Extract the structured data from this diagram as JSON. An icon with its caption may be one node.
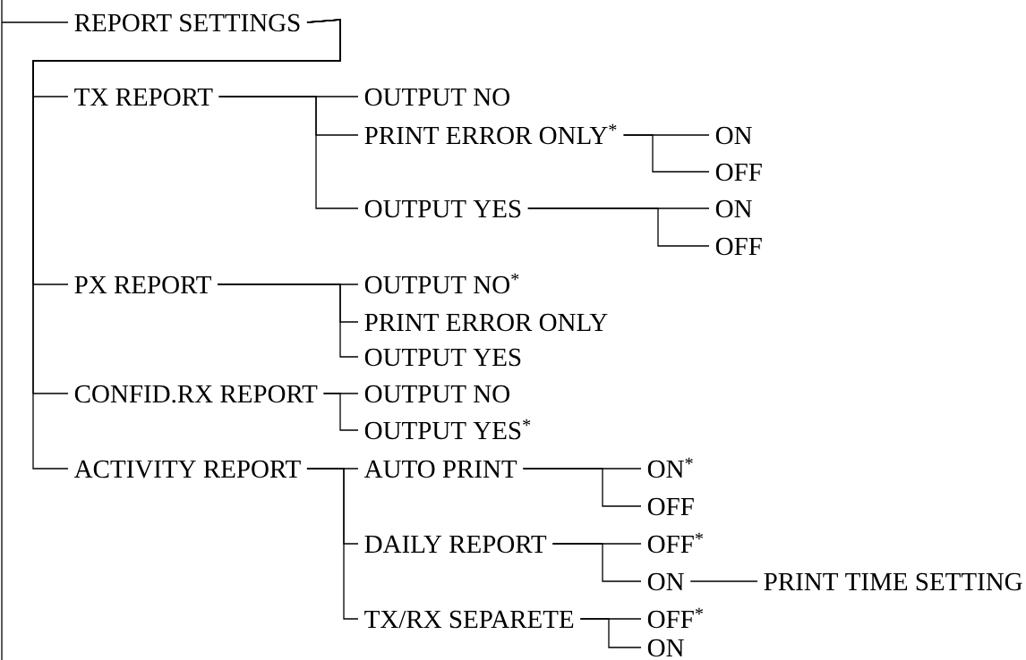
{
  "diagram": {
    "nodes": [
      {
        "text": [
          "REPORT SETTINGS"
        ]
      },
      {
        "text": [
          "TX REPORT"
        ]
      },
      {
        "text": [
          "OUTPUT NO"
        ]
      },
      {
        "text": [
          "PRINT ERROR ONLY$^{*}$"
        ]
      },
      {
        "text": [
          "ON"
        ]
      },
      {
        "text": [
          "OFF"
        ]
      },
      {
        "text": [
          "OUTPUT YES"
        ]
      },
      {
        "text": [
          "ON"
        ]
      },
      {
        "text": [
          "OFF"
        ]
      },
      {
        "text": [
          "PX REPORT"
        ]
      },
      {
        "text": [
          "OUTPUT NO$^{*}$"
        ]
      },
      {
        "text": [
          "PRINT ERROR ONLY"
        ]
      },
      {
        "text": [
          "OUTPUT YES"
        ]
      },
      {
        "text": [
          "CONFID.RX REPORT"
        ]
      },
      {
        "text": [
          "OUTPUT NO"
        ]
      },
      {
        "text": [
          "OUTPUT YES$^{*}$"
        ]
      },
      {
        "text": [
          "ACTIVITY REPORT"
        ]
      },
      {
        "text": [
          "AUTO PRINT"
        ]
      },
      {
        "text": [
          "ON$^{*}$"
        ]
      },
      {
        "text": [
          "OFF"
        ]
      },
      {
        "text": [
          "DAILY REPORT"
        ]
      },
      {
        "text": [
          "OFF$^{*}$"
        ]
      },
      {
        "text": [
          "ON"
        ]
      },
      {
        "text": [
          "PRINT TIME SETTING"
        ]
      },
      {
        "text": [
          "TX/RX SEPARETE"
        ]
      },
      {
        "text": [
          "OFF$^{*}$"
        ]
      },
      {
        "text": [
          "ON"
        ]
      }
    ],
    "edges": [
      {
        "from": null,
        "to": 0,
        "arrow": "none"
      },
      {
        "from": 0,
        "to": 1,
        "arrow": "none"
      },
      {
        "from": 0,
        "to": 9,
        "arrow": "none"
      },
      {
        "from": 0,
        "to": 13,
        "arrow": "none"
      },
      {
        "from": 0,
        "to": 16,
        "arrow": "none"
      },
      {
        "from": 1,
        "to": 2,
        "arrow": "none"
      },
      {
        "from": 1,
        "to": 3,
        "arrow": "none"
      },
      {
        "from": 1,
        "to": 6,
        "arrow": "none"
      },
      {
        "from": 3,
        "to": 4,
        "arrow": "none"
      },
      {
        "from": 3,
        "to": 5,
        "arrow": "none"
      },
      {
        "from": 6,
        "to": 7,
        "arrow": "none"
      },
      {
        "from": 6,
        "to": 8,
        "arrow": "none"
      },
      {
        "from": 9,
        "to": 10,
        "arrow": "none"
      },
      {
        "from": 9,
        "to": 11,
        "arrow": "none"
      },
      {
        "from": 9,
        "to": 12,
        "arrow": "none"
      },
      {
        "from": 13,
        "to": 14,
        "arrow": "none"
      },
      {
        "from": 13,
        "to": 15,
        "arrow": "none"
      },
      {
        "from": 16,
        "to": 17,
        "arrow": "none"
      },
      {
        "from": 16,
        "to": 20,
        "arrow": "none"
      },
      {
        "from": 16,
        "to": 24,
        "arrow": "none"
      },
      {
        "from": 17,
        "to": 18,
        "arrow": "none"
      },
      {
        "from": 17,
        "to": 19,
        "arrow": "none"
      },
      {
        "from": 20,
        "to": 21,
        "arrow": "none"
      },
      {
        "from": 20,
        "to": 22,
        "arrow": "none"
      },
      {
        "from": 22,
        "to": 23,
        "arrow": "none"
      },
      {
        "from": 24,
        "to": 25,
        "arrow": "none"
      },
      {
        "from": 24,
        "to": 26,
        "arrow": "none"
      }
    ]
  }
}
